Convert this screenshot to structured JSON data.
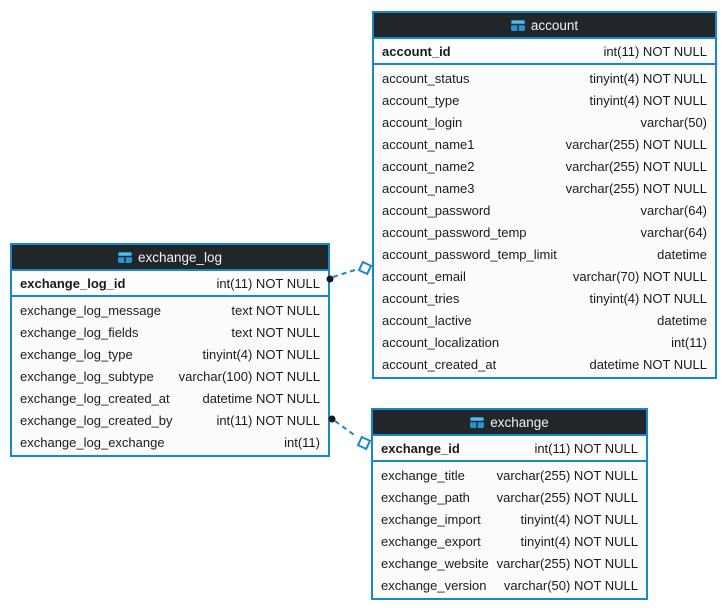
{
  "colors": {
    "accent_blue": "#1689c9",
    "table_header_bg": "#20262a",
    "table_header_text": "#f2f2f2",
    "row_bg": "#fbfbfb",
    "field_text": "#1b1b1b",
    "connector_dot": "#1a1a1a"
  },
  "tables": {
    "account": {
      "title": "account",
      "pk": {
        "name": "account_id",
        "type": "int(11) NOT NULL"
      },
      "fields": [
        {
          "name": "account_status",
          "type": "tinyint(4) NOT NULL"
        },
        {
          "name": "account_type",
          "type": "tinyint(4) NOT NULL"
        },
        {
          "name": "account_login",
          "type": "varchar(50)"
        },
        {
          "name": "account_name1",
          "type": "varchar(255) NOT NULL"
        },
        {
          "name": "account_name2",
          "type": "varchar(255) NOT NULL"
        },
        {
          "name": "account_name3",
          "type": "varchar(255) NOT NULL"
        },
        {
          "name": "account_password",
          "type": "varchar(64)"
        },
        {
          "name": "account_password_temp",
          "type": "varchar(64)"
        },
        {
          "name": "account_password_temp_limit",
          "type": "datetime"
        },
        {
          "name": "account_email",
          "type": "varchar(70) NOT NULL"
        },
        {
          "name": "account_tries",
          "type": "tinyint(4) NOT NULL"
        },
        {
          "name": "account_lactive",
          "type": "datetime"
        },
        {
          "name": "account_localization",
          "type": "int(11)"
        },
        {
          "name": "account_created_at",
          "type": "datetime NOT NULL"
        }
      ]
    },
    "exchange_log": {
      "title": "exchange_log",
      "pk": {
        "name": "exchange_log_id",
        "type": "int(11) NOT NULL"
      },
      "fields": [
        {
          "name": "exchange_log_message",
          "type": "text NOT NULL"
        },
        {
          "name": "exchange_log_fields",
          "type": "text NOT NULL"
        },
        {
          "name": "exchange_log_type",
          "type": "tinyint(4) NOT NULL"
        },
        {
          "name": "exchange_log_subtype",
          "type": "varchar(100) NOT NULL"
        },
        {
          "name": "exchange_log_created_at",
          "type": "datetime NOT NULL"
        },
        {
          "name": "exchange_log_created_by",
          "type": "int(11) NOT NULL"
        },
        {
          "name": "exchange_log_exchange",
          "type": "int(11)"
        }
      ]
    },
    "exchange": {
      "title": "exchange",
      "pk": {
        "name": "exchange_id",
        "type": "int(11) NOT NULL"
      },
      "fields": [
        {
          "name": "exchange_title",
          "type": "varchar(255) NOT NULL"
        },
        {
          "name": "exchange_path",
          "type": "varchar(255) NOT NULL"
        },
        {
          "name": "exchange_import",
          "type": "tinyint(4) NOT NULL"
        },
        {
          "name": "exchange_export",
          "type": "tinyint(4) NOT NULL"
        },
        {
          "name": "exchange_website",
          "type": "varchar(255) NOT NULL"
        },
        {
          "name": "exchange_version",
          "type": "varchar(50) NOT NULL"
        }
      ]
    }
  },
  "relationships": [
    {
      "from": "exchange_log",
      "to": "account",
      "style": "dashed"
    },
    {
      "from": "exchange_log",
      "to": "exchange",
      "style": "dashed"
    }
  ]
}
